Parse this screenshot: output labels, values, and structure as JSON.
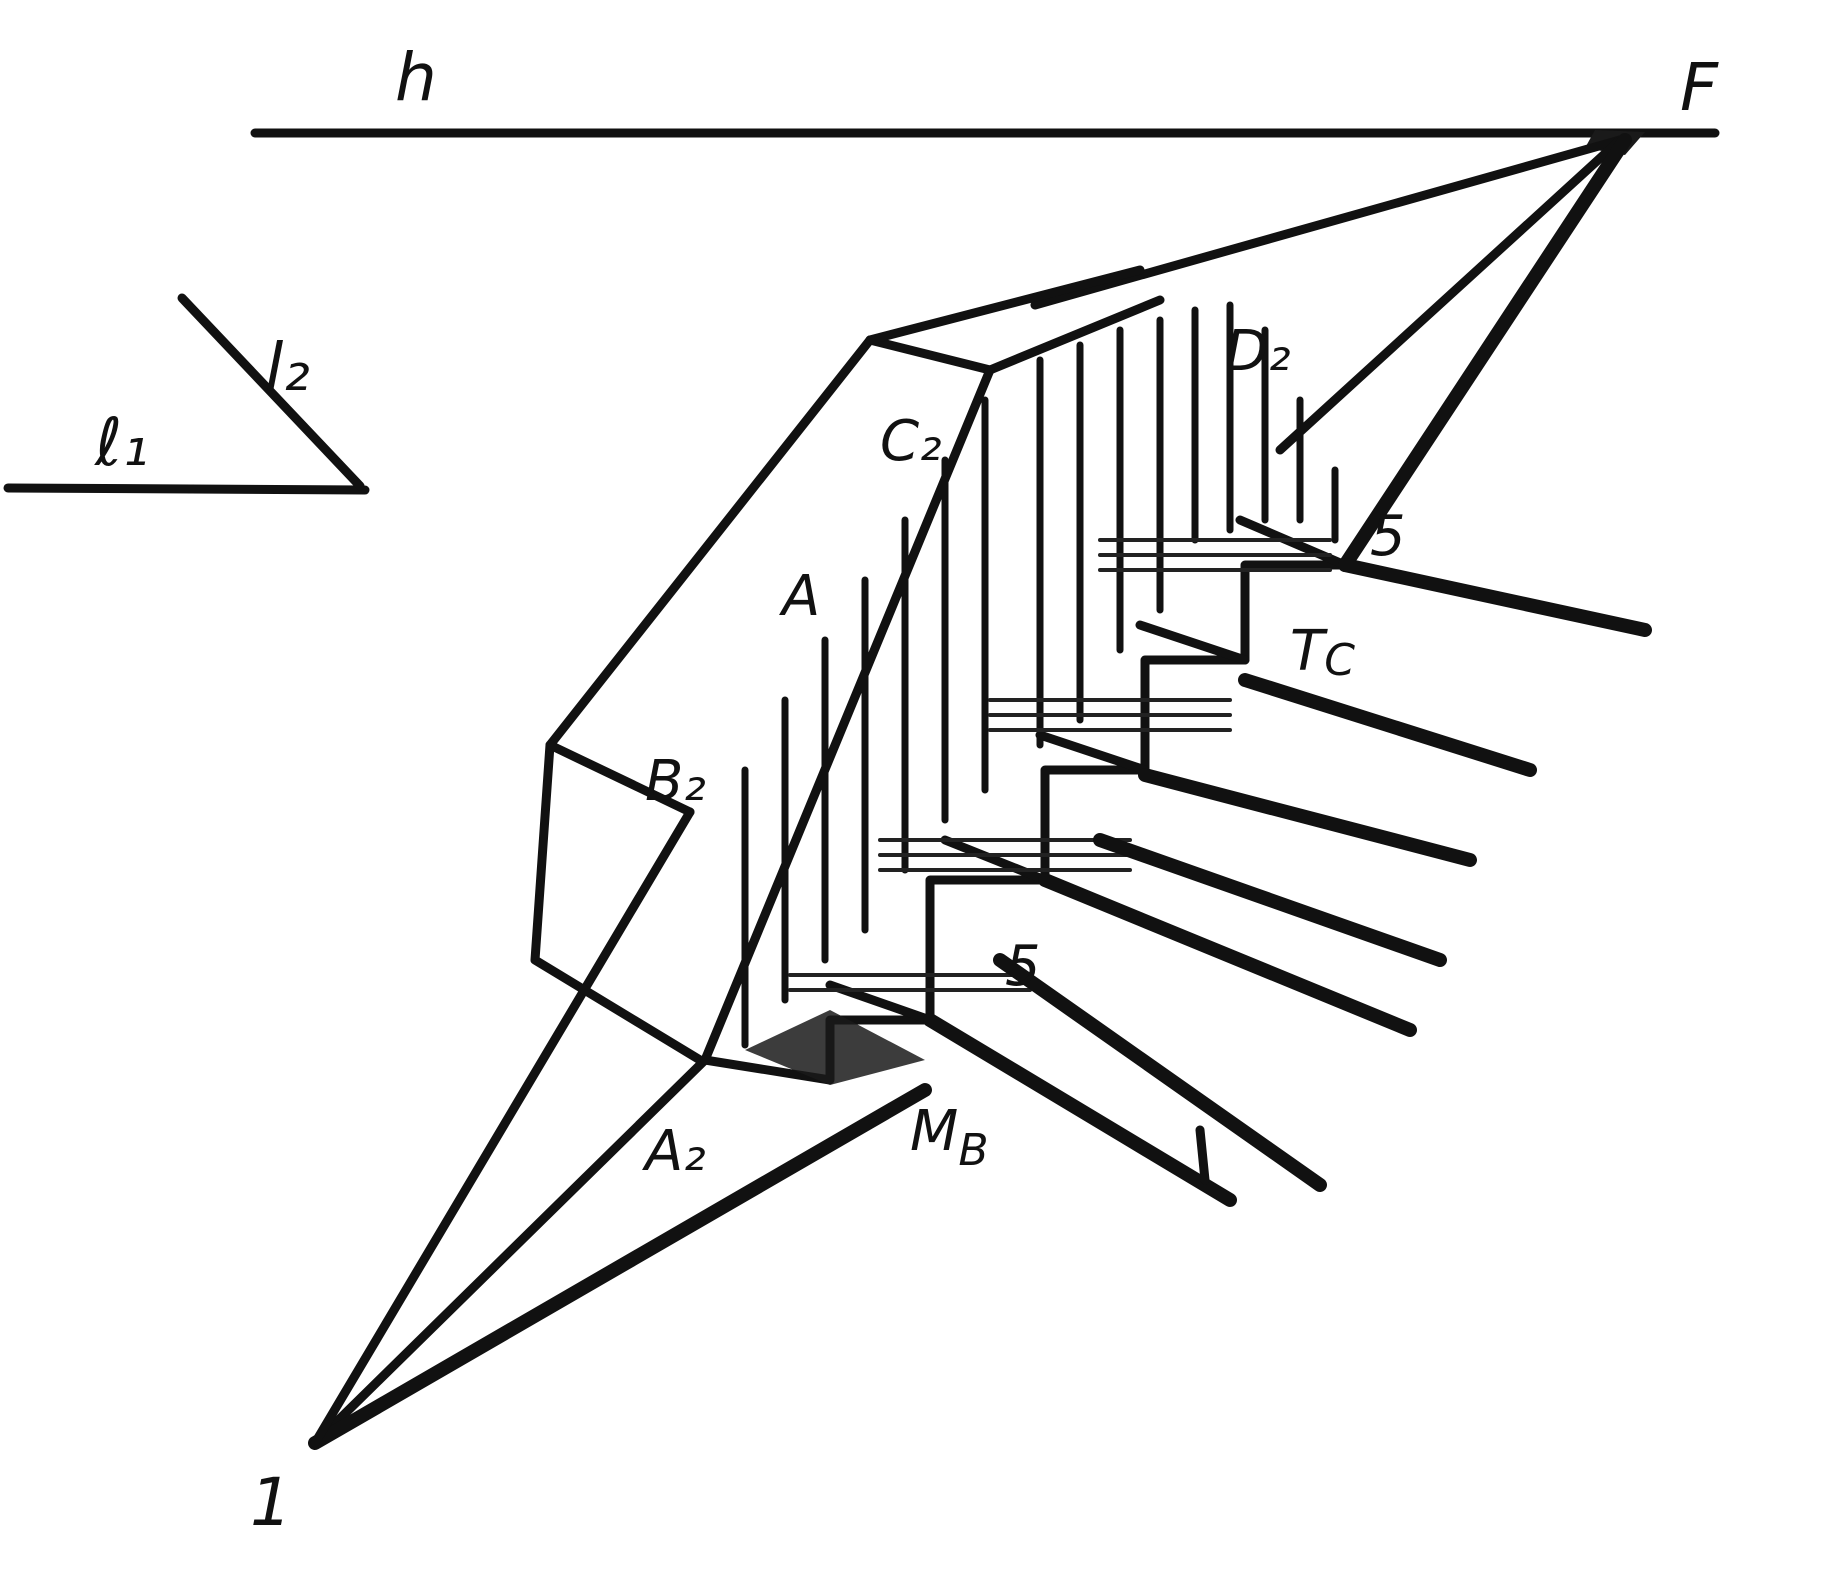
{
  "labels": {
    "h": "h",
    "F": "F",
    "l1": "ℓ₁",
    "l2": "l₂",
    "C2": "C₂",
    "D2": "D₂",
    "A": "A",
    "B2": "B₂",
    "A2": "A₂",
    "MB": "M",
    "MB_sub": "B",
    "TC": "T",
    "TC_sub": "C",
    "num5_top": "5",
    "num5_bottom": "5",
    "num1": "1"
  },
  "colors": {
    "ink": "#111111",
    "paper": "#ffffff"
  }
}
